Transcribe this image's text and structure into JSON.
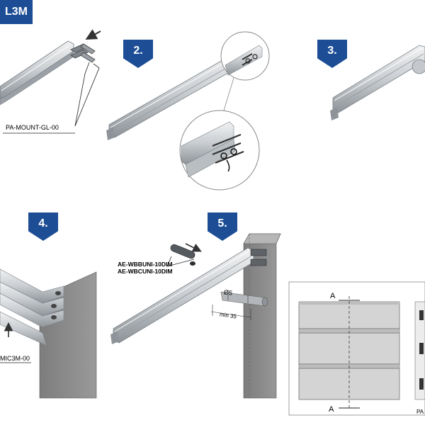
{
  "colors": {
    "badge": "#1c4d95",
    "profile_light": "#e4e6e8",
    "profile_mid": "#b7bcc1",
    "profile_dark": "#7f858b",
    "wall": "#8a8a8a",
    "panel": "#d4d4d4"
  },
  "header": {
    "title_fragment": "L3M"
  },
  "steps": [
    {
      "number": "2."
    },
    {
      "number": "3."
    },
    {
      "number": "4."
    },
    {
      "number": "5."
    }
  ],
  "labels": {
    "mount": "PA-MOUNT-GL-00",
    "profile_code": "MIC3M-00",
    "accessory_1": "AE-WBBUNI-10DIM",
    "accessory_2": "AE-WBCUNI-10DIM",
    "diameter": "Ø5",
    "min_depth": "min 35",
    "section_top": "A",
    "section_bottom": "A",
    "panel_code_fragment": "PA"
  }
}
